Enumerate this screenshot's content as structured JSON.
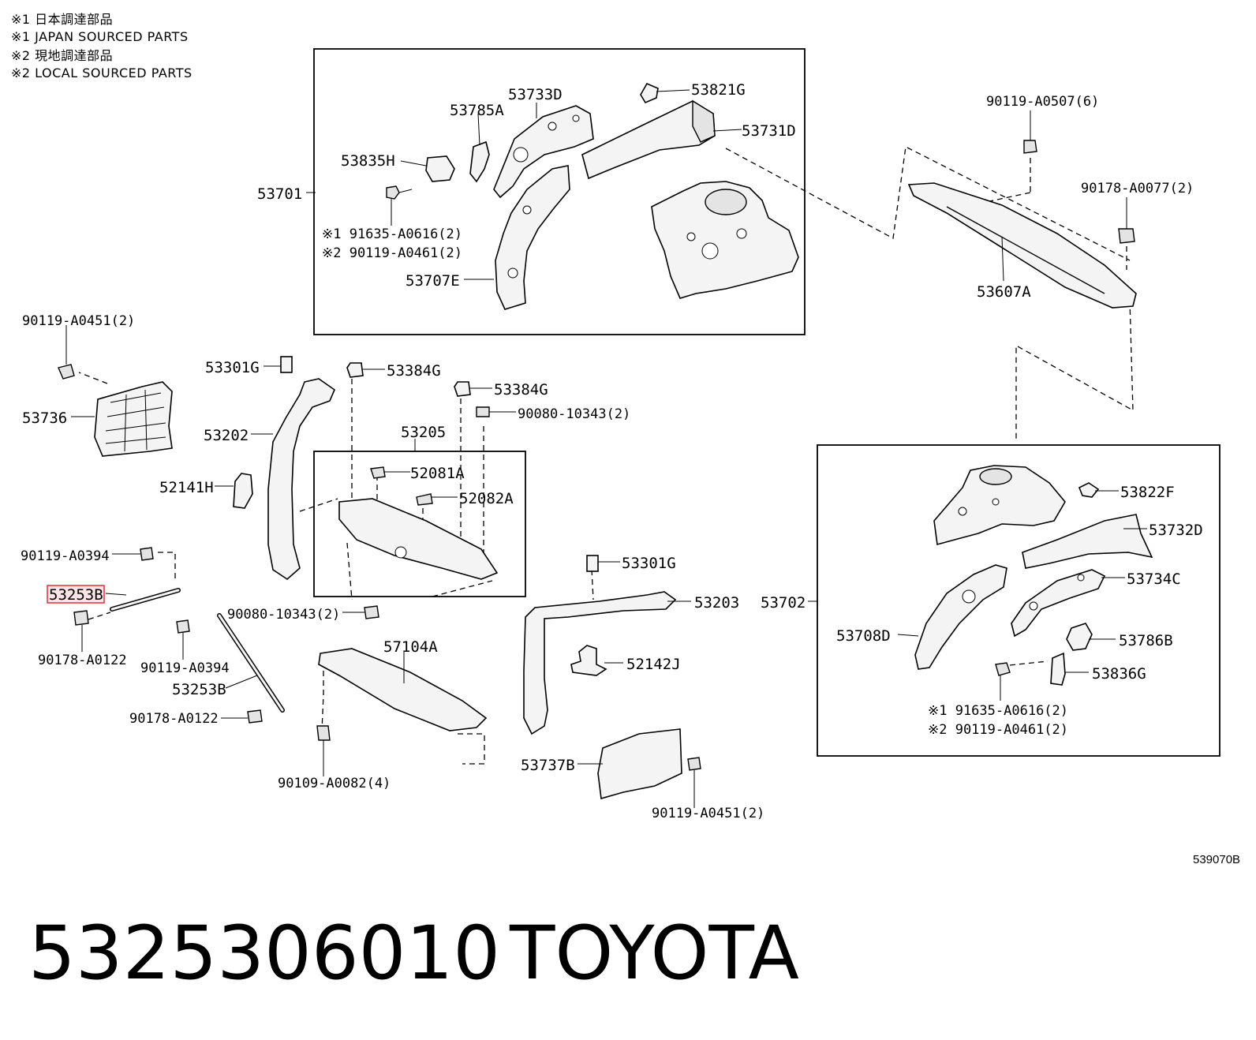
{
  "notes": [
    "※1 日本調達部品",
    "※1 JAPAN SOURCED PARTS",
    "※2 現地調達部品",
    "※2 LOCAL SOURCED PARTS"
  ],
  "labels": {
    "p53785A": "53785A",
    "p53733D": "53733D",
    "p53821G": "53821G",
    "p53731D": "53731D",
    "p53835H": "53835H",
    "p53701": "53701",
    "p91635_a": "※1 91635-A0616(2)",
    "p90119_a": "※2 90119-A0461(2)",
    "p53707E": "53707E",
    "p90119_A0507": "90119-A0507(6)",
    "p90178_A0077": "90178-A0077(2)",
    "p53607A": "53607A",
    "p90119_A0451_l": "90119-A0451(2)",
    "p53736": "53736",
    "p53301G_a": "53301G",
    "p53384G_a": "53384G",
    "p53384G_b": "53384G",
    "p90080_a": "90080-10343(2)",
    "p53202": "53202",
    "p53205": "53205",
    "p52081A": "52081A",
    "p52082A": "52082A",
    "p52141H": "52141H",
    "p90119_A0394_a": "90119-A0394",
    "p53253B_hl": "53253B",
    "p90080_b": "90080-10343(2)",
    "p90178_A0122_a": "90178-A0122",
    "p90119_A0394_b": "90119-A0394",
    "p53253B_b": "53253B",
    "p90178_A0122_b": "90178-A0122",
    "p57104A": "57104A",
    "p90109_A0082": "90109-A0082(4)",
    "p53301G_b": "53301G",
    "p53203": "53203",
    "p52142J": "52142J",
    "p53737B": "53737B",
    "p90119_A0451_r": "90119-A0451(2)",
    "p53702": "53702",
    "p53822F": "53822F",
    "p53732D": "53732D",
    "p53734C": "53734C",
    "p53708D": "53708D",
    "p53786B": "53786B",
    "p53836G": "53836G",
    "p91635_b": "※1 91635-A0616(2)",
    "p90119_b": "※2 90119-A0461(2)"
  },
  "diagram_id": "539070B",
  "footer": {
    "part_number": "5325306010",
    "brand": "TOYOTA"
  },
  "colors": {
    "highlight_fill": "#fbe4e6",
    "highlight_stroke": "#e53a46",
    "line": "#000000"
  }
}
